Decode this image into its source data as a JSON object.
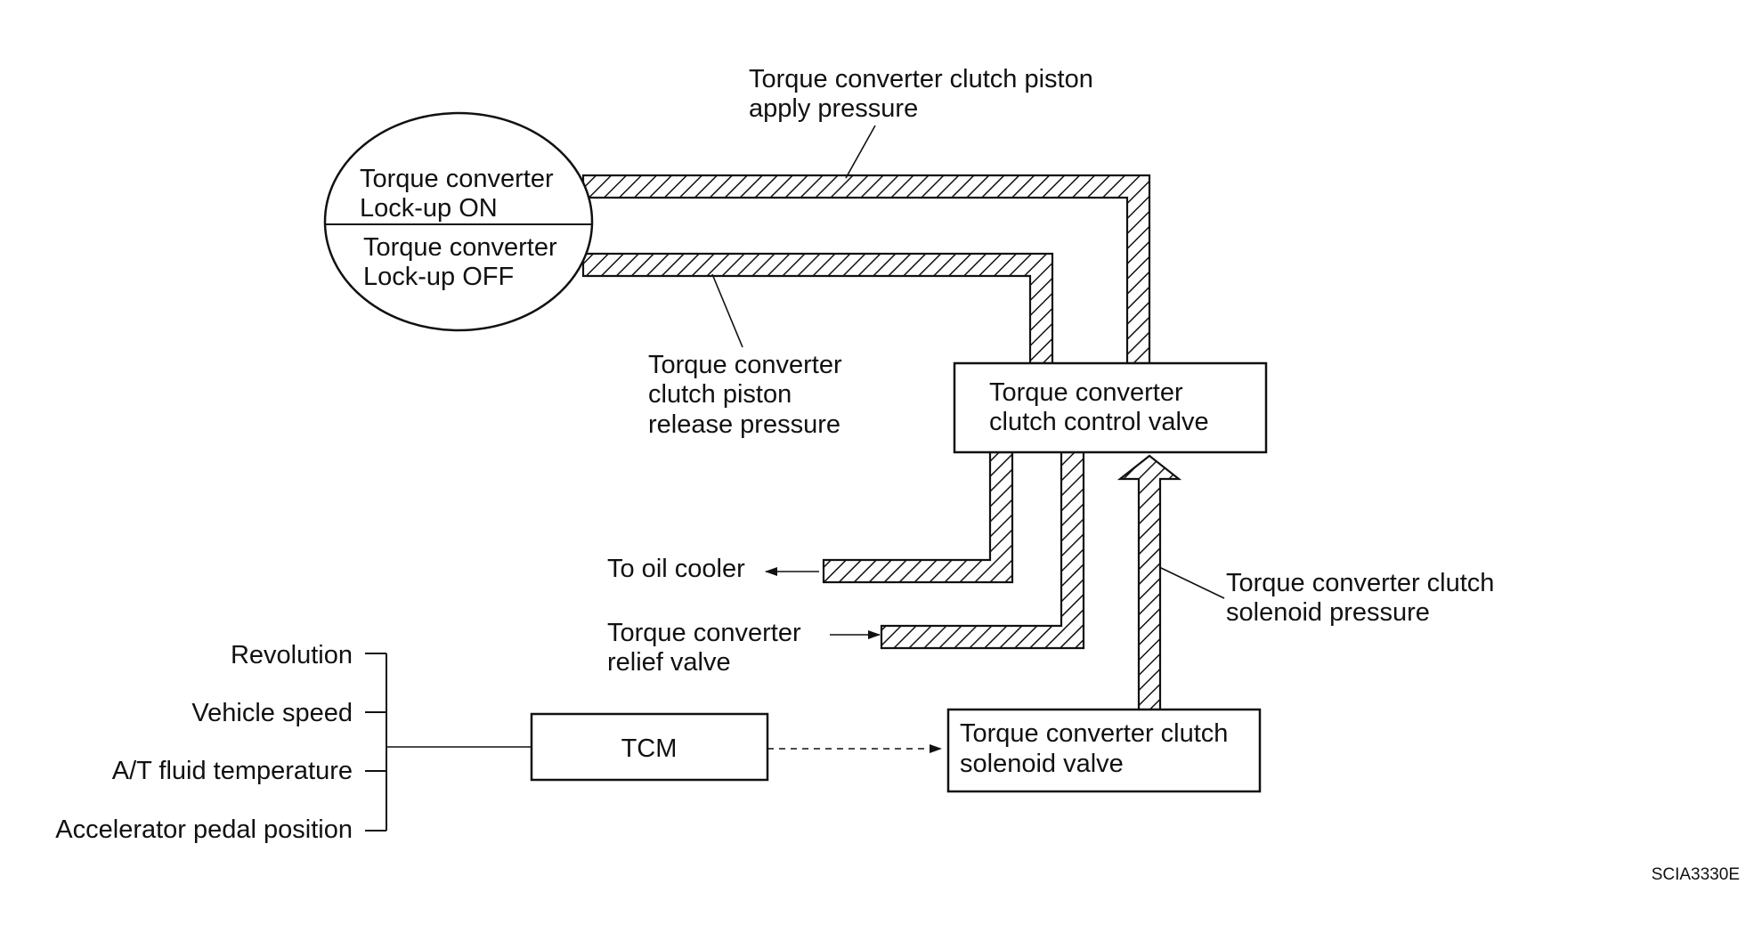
{
  "converter": {
    "on_line1": "Torque converter",
    "on_line2": "Lock-up ON",
    "off_line1": "Torque converter",
    "off_line2": "Lock-up OFF"
  },
  "labels": {
    "apply_line1": "Torque converter clutch piston",
    "apply_line2": "apply pressure",
    "release_line1": "Torque converter",
    "release_line2": "clutch piston",
    "release_line3": "release pressure",
    "oil_cooler": "To oil cooler",
    "relief_line1": "Torque converter",
    "relief_line2": "relief valve",
    "solenoid_pressure_line1": "Torque converter clutch",
    "solenoid_pressure_line2": "solenoid pressure"
  },
  "control_valve": {
    "line1": "Torque converter",
    "line2": "clutch control valve"
  },
  "solenoid_valve": {
    "line1": "Torque converter clutch",
    "line2": "solenoid valve"
  },
  "tcm": {
    "label": "TCM"
  },
  "inputs": [
    "Revolution",
    "Vehicle speed",
    "A/T fluid temperature",
    "Accelerator pedal position"
  ],
  "figure_code": "SCIA3330E"
}
